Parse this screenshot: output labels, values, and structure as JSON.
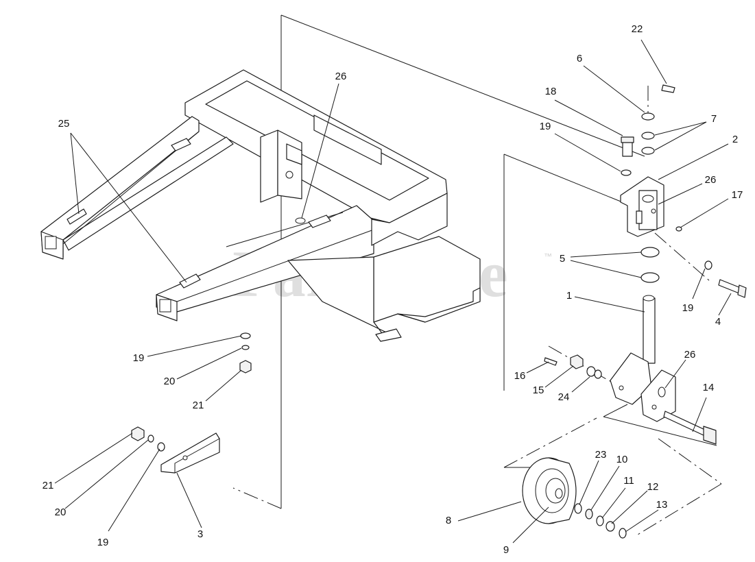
{
  "watermark": {
    "text": "PartsTree",
    "trademark": "™"
  },
  "callouts": [
    {
      "id": "c22",
      "number": "22"
    },
    {
      "id": "c6",
      "number": "6"
    },
    {
      "id": "c18",
      "number": "18"
    },
    {
      "id": "c7",
      "number": "7"
    },
    {
      "id": "c19a",
      "number": "19"
    },
    {
      "id": "c2",
      "number": "2"
    },
    {
      "id": "c26a",
      "number": "26"
    },
    {
      "id": "c17",
      "number": "17"
    },
    {
      "id": "c5",
      "number": "5"
    },
    {
      "id": "c1",
      "number": "1"
    },
    {
      "id": "c19b",
      "number": "19"
    },
    {
      "id": "c4",
      "number": "4"
    },
    {
      "id": "c26b",
      "number": "26"
    },
    {
      "id": "c25",
      "number": "25"
    },
    {
      "id": "c26c",
      "number": "26"
    },
    {
      "id": "c19c",
      "number": "19"
    },
    {
      "id": "c20a",
      "number": "20"
    },
    {
      "id": "c21a",
      "number": "21"
    },
    {
      "id": "c16",
      "number": "16"
    },
    {
      "id": "c15",
      "number": "15"
    },
    {
      "id": "c24",
      "number": "24"
    },
    {
      "id": "c14",
      "number": "14"
    },
    {
      "id": "c21b",
      "number": "21"
    },
    {
      "id": "c20b",
      "number": "20"
    },
    {
      "id": "c19d",
      "number": "19"
    },
    {
      "id": "c3",
      "number": "3"
    },
    {
      "id": "c23",
      "number": "23"
    },
    {
      "id": "c10",
      "number": "10"
    },
    {
      "id": "c11",
      "number": "11"
    },
    {
      "id": "c12",
      "number": "12"
    },
    {
      "id": "c13",
      "number": "13"
    },
    {
      "id": "c8",
      "number": "8"
    },
    {
      "id": "c9",
      "number": "9"
    }
  ]
}
